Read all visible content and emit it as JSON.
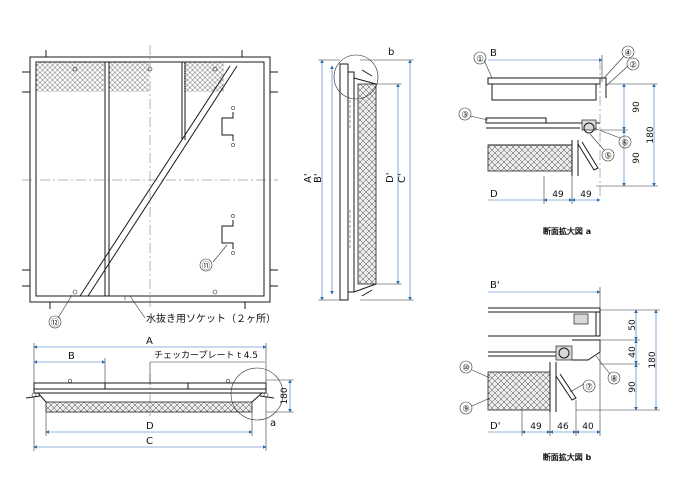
{
  "dims": {
    "A": "A",
    "B": "B",
    "C": "C",
    "D": "D",
    "A_prime": "A'",
    "B_prime": "B'",
    "C_prime": "C'",
    "D_prime": "D'",
    "b": "b",
    "a": "a"
  },
  "notes": {
    "socket": "水抜き用ソケット（２ヶ所）",
    "checker_plate": "チェッカープレート t 4.5"
  },
  "detail_a": {
    "caption": "断面拡大図 a",
    "left_label": "B",
    "bottom_label": "D",
    "dim_90": "90",
    "dim_180": "180",
    "dim_49a": "49",
    "dim_49b": "49"
  },
  "detail_b": {
    "caption": "断面拡大図 b",
    "left_label": "B'",
    "bottom_label": "D'",
    "dim_50": "50",
    "dim_40": "40",
    "dim_90": "90",
    "dim_180": "180",
    "dim_49": "49",
    "dim_46": "46",
    "dim_40b": "40"
  },
  "front_dim_180": "180",
  "parts": [
    "①",
    "②",
    "③",
    "④",
    "⑤",
    "⑥",
    "⑦",
    "⑧",
    "⑨",
    "⑩",
    "⑪",
    "⑫"
  ]
}
